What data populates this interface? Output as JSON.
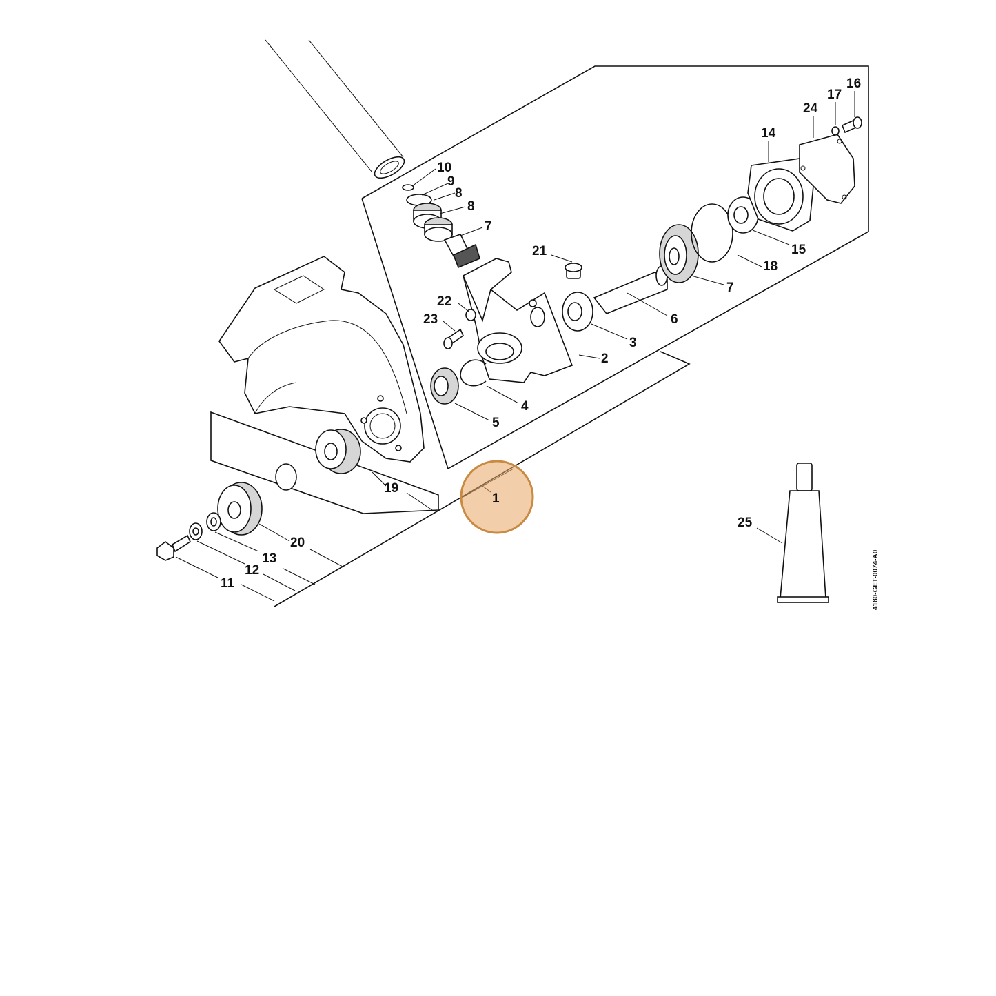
{
  "drawing_code": "4180-GET-0074-A0",
  "highlight": {
    "part": "1",
    "color": "#e8a566",
    "stroke": "#c98a42"
  },
  "callouts": [
    {
      "id": "1",
      "label": "1"
    },
    {
      "id": "2",
      "label": "2"
    },
    {
      "id": "3",
      "label": "3"
    },
    {
      "id": "4",
      "label": "4"
    },
    {
      "id": "5",
      "label": "5"
    },
    {
      "id": "6",
      "label": "6"
    },
    {
      "id": "7a",
      "label": "7"
    },
    {
      "id": "7b",
      "label": "7"
    },
    {
      "id": "8a",
      "label": "8"
    },
    {
      "id": "8b",
      "label": "8"
    },
    {
      "id": "9",
      "label": "9"
    },
    {
      "id": "10",
      "label": "10"
    },
    {
      "id": "11",
      "label": "11"
    },
    {
      "id": "12",
      "label": "12"
    },
    {
      "id": "13",
      "label": "13"
    },
    {
      "id": "14",
      "label": "14"
    },
    {
      "id": "15",
      "label": "15"
    },
    {
      "id": "16",
      "label": "16"
    },
    {
      "id": "17",
      "label": "17"
    },
    {
      "id": "18",
      "label": "18"
    },
    {
      "id": "19",
      "label": "19"
    },
    {
      "id": "20",
      "label": "20"
    },
    {
      "id": "21",
      "label": "21"
    },
    {
      "id": "22",
      "label": "22"
    },
    {
      "id": "23",
      "label": "23"
    },
    {
      "id": "24",
      "label": "24"
    },
    {
      "id": "25",
      "label": "25"
    }
  ]
}
